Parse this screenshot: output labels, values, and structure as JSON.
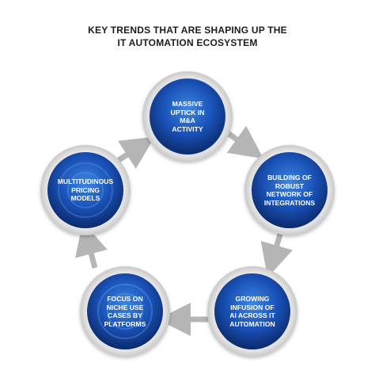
{
  "title": {
    "line1": "KEY TRENDS THAT ARE SHAPING UP THE",
    "line2": "IT AUTOMATION ECOSYSTEM"
  },
  "nodes": [
    {
      "lines": [
        "MASSIVE",
        "UPTICK IN",
        "M&A",
        "ACTIVITY"
      ]
    },
    {
      "lines": [
        "BUILDING OF",
        "ROBUST",
        "NETWORK OF",
        "INTEGRATIONS"
      ]
    },
    {
      "lines": [
        "GROWING",
        "INFUSION OF",
        "AI ACROSS IT",
        "AUTOMATION"
      ]
    },
    {
      "lines": [
        "FOCUS ON",
        "NICHE USE",
        "CASES BY",
        "PLATFORMS"
      ]
    },
    {
      "lines": [
        "MULTITUDINOUS",
        "PRICING",
        "MODELS"
      ]
    }
  ],
  "colors": {
    "title": "#1c1c1c",
    "node_dark": "#0b2a6b",
    "node_mid": "#1a52b8",
    "node_light": "#3d86e0",
    "ring": "#dcdcdc",
    "arrow": "#b5b5b5",
    "label": "#ffffff"
  }
}
